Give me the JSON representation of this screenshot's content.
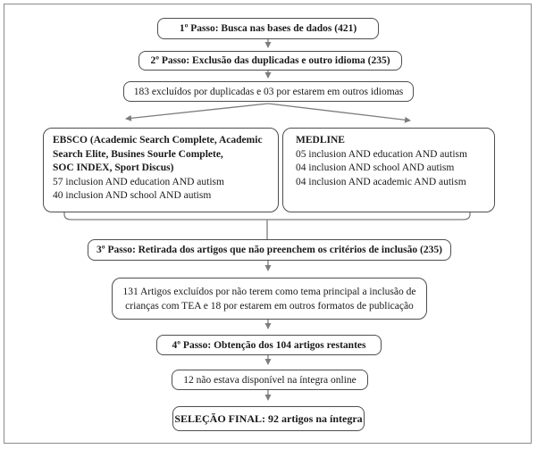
{
  "figure": {
    "step1_label": "1º Passo: Busca nas bases de dados (421)",
    "step2_label": "2º Passo: Exclusão das duplicadas e outro idioma (235)",
    "excluded1_label": "183 excluídos por duplicadas e 03 por estarem em outros idiomas",
    "ebsco": {
      "title_lines": [
        "EBSCO (Academic Search Complete, Academic",
        "Search Elite, Busines Sourle Complete,",
        "SOC INDEX, Sport Discus)"
      ],
      "query_lines": [
        "57 inclusion AND education AND autism",
        "40 inclusion AND school AND autism"
      ]
    },
    "medline": {
      "title": "MEDLINE",
      "query_lines": [
        "05 inclusion AND education AND autism",
        "04 inclusion AND school AND autism",
        "04 inclusion AND academic AND autism"
      ]
    },
    "step3_label": "3º Passo: Retirada dos artigos que não preenchem os critérios de inclusão (235)",
    "excluded2_lines": [
      "131 Artigos excluídos por não terem como tema principal a inclusão de",
      "crianças com TEA e 18 por estarem em outros formatos de publicação"
    ],
    "step4_label": "4º Passo: Obtenção dos 104 artigos restantes",
    "excluded3_label": "12 não estava disponível na íntegra online",
    "final_label": "SELEÇÃO FINAL: 92 artigos na íntegra"
  },
  "colors": {
    "connector_line": "#7d7d7d",
    "box_border": "#4e4e4e",
    "text": "#1a1a1a",
    "background": "#ffffff"
  }
}
